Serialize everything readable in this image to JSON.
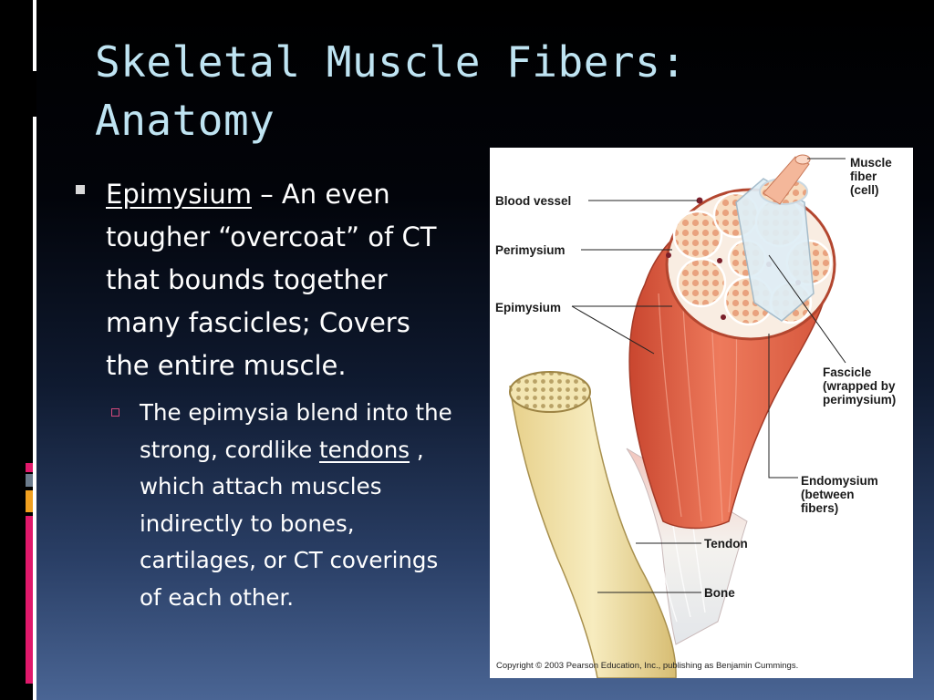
{
  "slide": {
    "title": "Skeletal Muscle Fibers: Anatomy",
    "bullet": {
      "term": "Epimysium",
      "text": " – An even tougher “overcoat” of CT that bounds together many fascicles; Covers the entire muscle."
    },
    "sub_bullet": {
      "before": "The epimysia blend into the strong, cordlike ",
      "term": "tendons",
      "after": " , which attach muscles indirectly to bones, cartilages, or CT coverings of each other."
    }
  },
  "figure": {
    "labels": {
      "muscle_fiber": "Muscle\nfiber\n(cell)",
      "blood_vessel": "Blood vessel",
      "perimysium": "Perimysium",
      "epimysium": "Epimysium",
      "fascicle": "Fascicle\n(wrapped by\nperimysium)",
      "endomysium": "Endomysium\n(between\nfibers)",
      "tendon": "Tendon",
      "bone": "Bone"
    },
    "copyright": "Copyright © 2003 Pearson Education, Inc., publishing as Benjamin Cummings."
  },
  "colors": {
    "title": "#bfe4f2",
    "muscle": "#e0624a",
    "fascicle": "#f6cfae",
    "bone": "#f2e3a9",
    "accent_pink": "#e0196b",
    "accent_orange": "#f0a020",
    "accent_slate": "#6b7b8c"
  }
}
